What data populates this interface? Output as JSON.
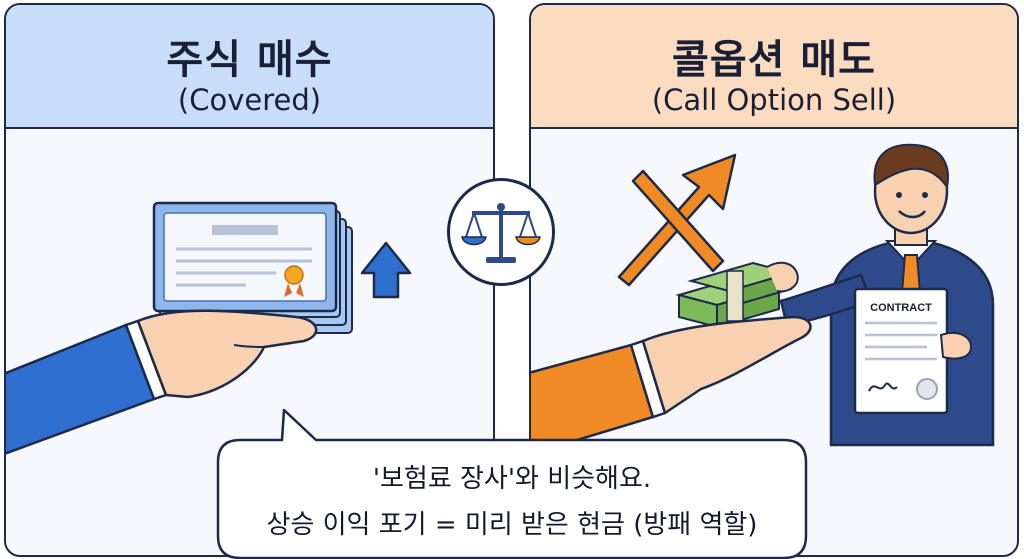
{
  "left": {
    "title": "주식 매수",
    "subtitle": "(Covered)",
    "header_color": "#c8def8"
  },
  "right": {
    "title": "콜옵션 매도",
    "subtitle": "(Call Option Sell)",
    "header_color": "#fbdcc0",
    "contract_label": "CONTRACT"
  },
  "center": {
    "icon": "balance-scale-icon"
  },
  "bubble": {
    "line1": "'보험료 장사'와 비슷해요.",
    "line2": "상승 이익 포기 = 미리 받은 현금 (방패 역할)"
  },
  "colors": {
    "outline": "#1e2a4a",
    "blue_accent": "#2f6fd0",
    "orange_accent": "#f08a24",
    "money_green": "#7dbb5a"
  }
}
